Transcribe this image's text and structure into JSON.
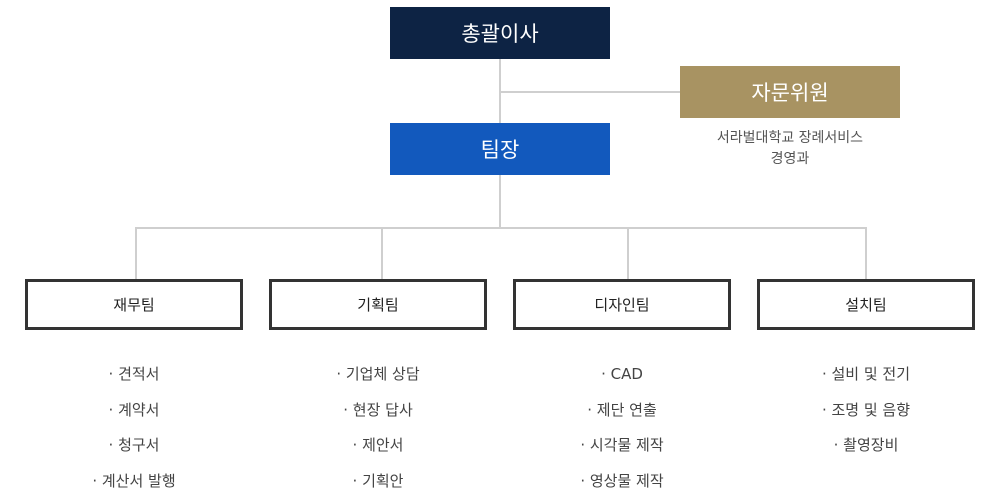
{
  "org": {
    "ceo": "총괄이사",
    "advisor": "자문위원",
    "advisor_affiliation": [
      "서라벌대학교 장례서비스",
      "경영과"
    ],
    "leader": "팀장"
  },
  "teams": [
    {
      "name": "재무팀",
      "duties": [
        "견적서",
        "계약서",
        "청구서",
        "계산서 발행"
      ]
    },
    {
      "name": "기획팀",
      "duties": [
        "기업체 상담",
        "현장 답사",
        "제안서",
        "기획안"
      ]
    },
    {
      "name": "디자인팀",
      "duties": [
        "CAD",
        "제단 연출",
        "시각물 제작",
        "영상물 제작"
      ]
    },
    {
      "name": "설치팀",
      "duties": [
        "설비 및 전기",
        "조명 및 음향",
        "촬영장비"
      ]
    }
  ],
  "colors": {
    "ceo": "#0d2344",
    "advisor": "#a89362",
    "leader": "#1259bd",
    "connector": "#cfcfcf",
    "team_border": "#333333"
  }
}
